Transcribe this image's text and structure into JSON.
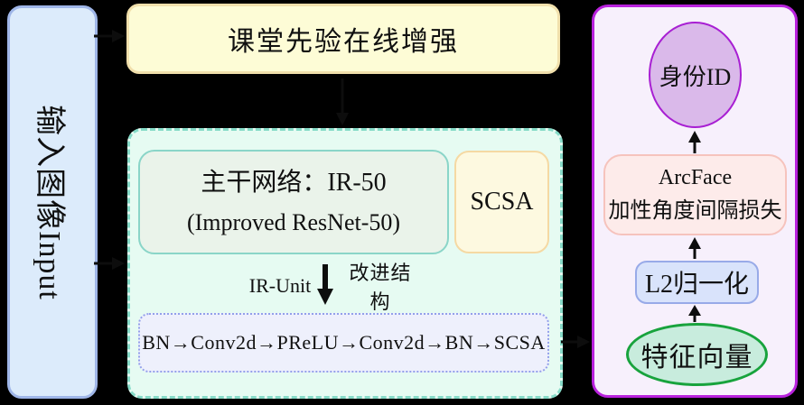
{
  "colors": {
    "background": "#000000",
    "input_fill": "#dcebfb",
    "input_border": "#9fb6e8",
    "augment_fill": "#fdfcd6",
    "augment_border": "#f1e0ac",
    "backbone_panel_fill": "#e6fbf2",
    "backbone_panel_border": "#86dbc8",
    "backbone_fill": "#eaf3ea",
    "backbone_border": "#8ad5c8",
    "scsa_fill": "#fdf9e0",
    "scsa_border": "#f5d9a3",
    "unit_chain_fill": "#eef0fc",
    "unit_chain_border": "#93a0ea",
    "loss_panel_fill": "#f7f0fc",
    "loss_panel_border": "#b922dd",
    "identity_fill": "#dab9ea",
    "identity_border": "#a81fd3",
    "arcface_fill": "#fdebea",
    "arcface_border": "#f6c3bd",
    "l2_fill": "#d9e3fb",
    "l2_border": "#98aae8",
    "feature_fill": "#c8ecdd",
    "feature_border": "#18a33d",
    "arrow": "#0d0d0d"
  },
  "input_box": {
    "label": "输入图像Input"
  },
  "augment_box": {
    "label": "课堂先验在线增强"
  },
  "backbone_panel": {
    "backbone_box": {
      "line1": "主干网络：IR-50",
      "line2": "(Improved ResNet-50)"
    },
    "scsa_box": {
      "label": "SCSA"
    },
    "ir_unit": {
      "label": "IR-Unit",
      "annotation": "改进结构"
    },
    "unit_chain_box": {
      "label": "BN→Conv2d→PReLU→Conv2d→BN→SCSA"
    }
  },
  "loss_panel": {
    "identity_node": {
      "label": "身份ID"
    },
    "arcface_box": {
      "line1": "ArcFace",
      "line2": "加性角度间隔损失"
    },
    "l2_box": {
      "label": "L2归一化"
    },
    "feature_node": {
      "label": "特征向量"
    }
  }
}
